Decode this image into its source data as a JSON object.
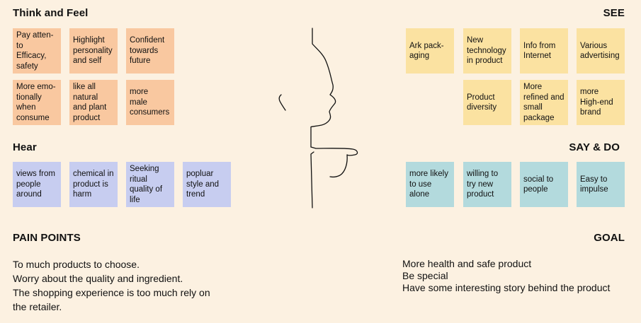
{
  "sections": {
    "think_feel": {
      "title": "Think and Feel",
      "notes": [
        "Pay atten-\nto\nEfficacy,\nsafety",
        "Highlight\npersonality\nand self",
        "Confident\ntowards\nfuture",
        "More emo-\ntionally\nwhen\nconsume",
        "like all\nnatural\nand plant\nproduct",
        "more\nmale\nconsumers"
      ]
    },
    "hear": {
      "title": "Hear",
      "notes": [
        "views from\npeople\naround",
        "chemical in\nproduct is\nharm",
        "Seeking\nritual\nquality of\nlife",
        "popluar\nstyle and\ntrend"
      ]
    },
    "see": {
      "title": "SEE",
      "notes": [
        "Ark pack-\naging",
        "New\ntechnology\nin product",
        "Info from\nInternet",
        "Various\nadvertising",
        "Product\ndiversity",
        "More\nrefined and\nsmall\npackage",
        "more\nHigh-end\nbrand"
      ]
    },
    "say_do": {
      "title": "SAY & DO",
      "notes": [
        "more likely\nto use\nalone",
        "willing to\ntry new\nproduct",
        "social to\npeople",
        "Easy to\nimpulse"
      ]
    },
    "pain_points": {
      "title": "PAIN POINTS",
      "lines": [
        "To much products to choose.",
        "Worry about the quality and ingredient.",
        "The shopping experience is too much rely on",
        "the retailer."
      ]
    },
    "goal": {
      "title": "GOAL",
      "lines": [
        "More health and safe product",
        "Be special",
        "Have some interesting story behind the product"
      ]
    }
  },
  "colors": {
    "background": "#fcf1e1",
    "think_feel": "#f9c8a0",
    "hear": "#c7cdf0",
    "see": "#fbe2a1",
    "say_do": "#b3dadd"
  },
  "icons": {
    "center": "head-profile-line-drawing-icon"
  }
}
